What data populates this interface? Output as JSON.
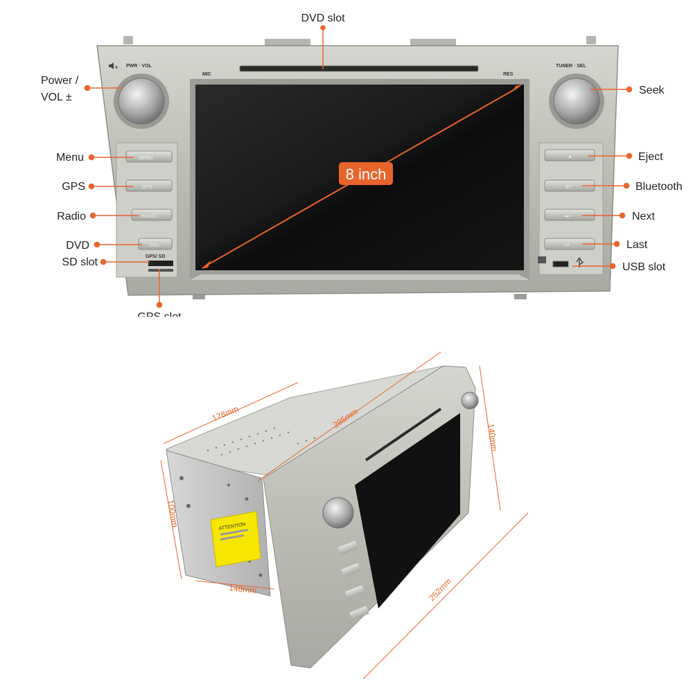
{
  "callouts": {
    "dvd_slot": "DVD slot",
    "power_vol_line1": "Power /",
    "power_vol_line2": "VOL ±",
    "menu": "Menu",
    "gps": "GPS",
    "radio": "Radio",
    "dvd": "DVD",
    "sd_slot": "SD slot",
    "gps_slot": "GPS slot",
    "seek": "Seek",
    "eject": "Eject",
    "bluetooth": "Bluetooth",
    "next": "Next",
    "last": "Last",
    "usb_slot": "USB slot"
  },
  "screen_badge": "8 inch",
  "panel_labels": {
    "pwr_vol": "PWR · VOL",
    "tuner_sel": "TUNER · SEL",
    "mic": "MIC",
    "res": "RES",
    "gps_sd": "GPS/ SD",
    "btn_menu": "MENU",
    "btn_gps": "GPS",
    "btn_radio": "RADIO",
    "btn_dvd": "DVD",
    "btn_eject": "▲",
    "btn_bt": "BT",
    "btn_next": "⏭",
    "btn_last": "⏮"
  },
  "dimensions": {
    "depth": "178mm",
    "width_top": "295mm",
    "height_front": "140mm",
    "height_back": "100mm",
    "width_back": "148mm",
    "width_bottom": "252mm"
  },
  "sticker": {
    "title": "ATTENTION"
  },
  "colors": {
    "accent": "#e8642b",
    "panel_silver": "#b8b8b2",
    "screen": "#111111"
  },
  "icons": {
    "mute": "mute-icon",
    "usb": "usb-icon"
  }
}
